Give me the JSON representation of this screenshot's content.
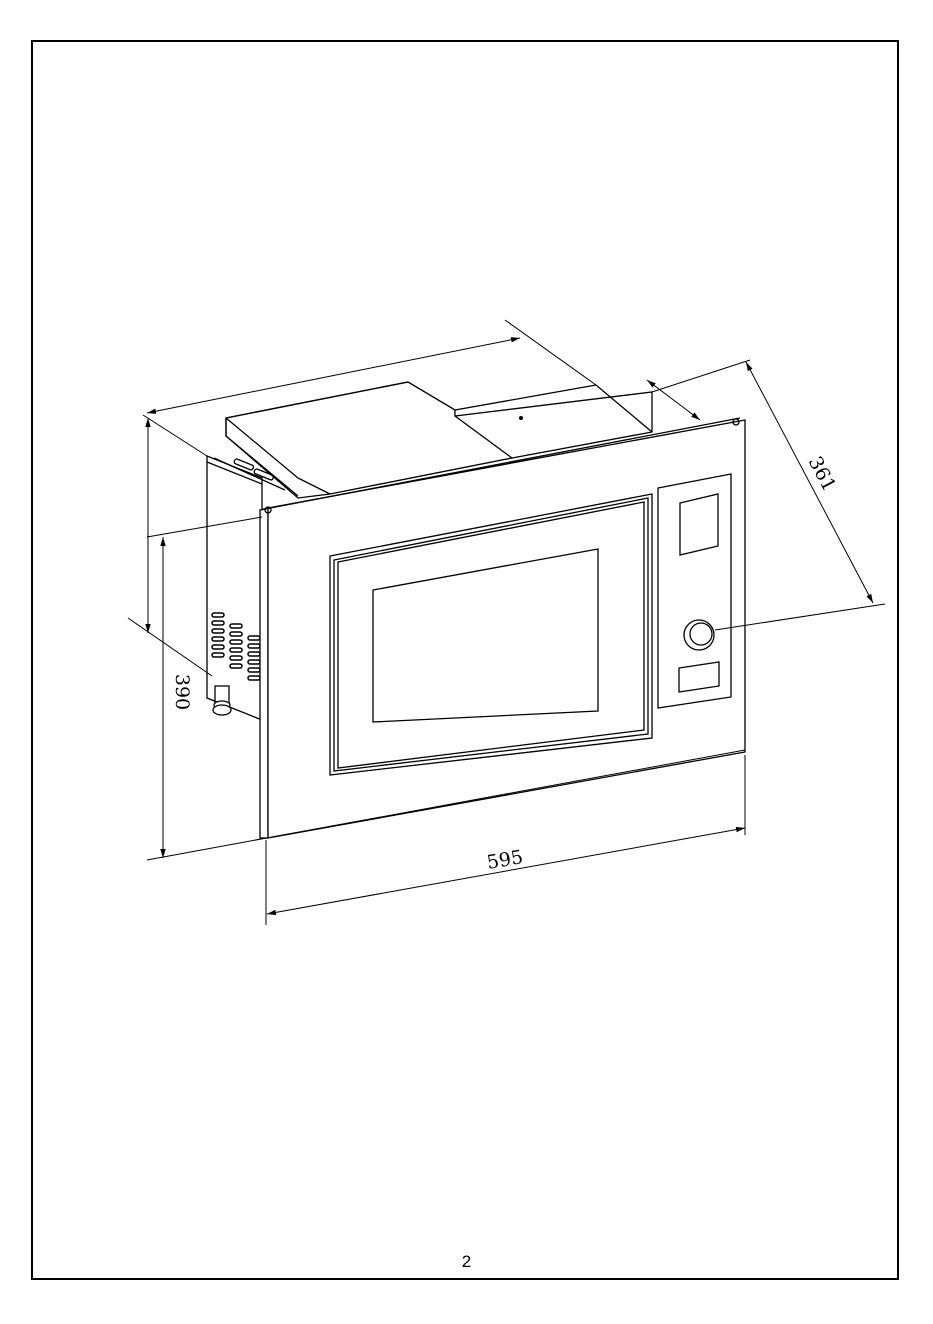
{
  "dimensions": {
    "width": "595",
    "height": "390",
    "depth": "361"
  },
  "page_number": "2",
  "colors": {
    "line": "#000000",
    "background": "#ffffff"
  }
}
